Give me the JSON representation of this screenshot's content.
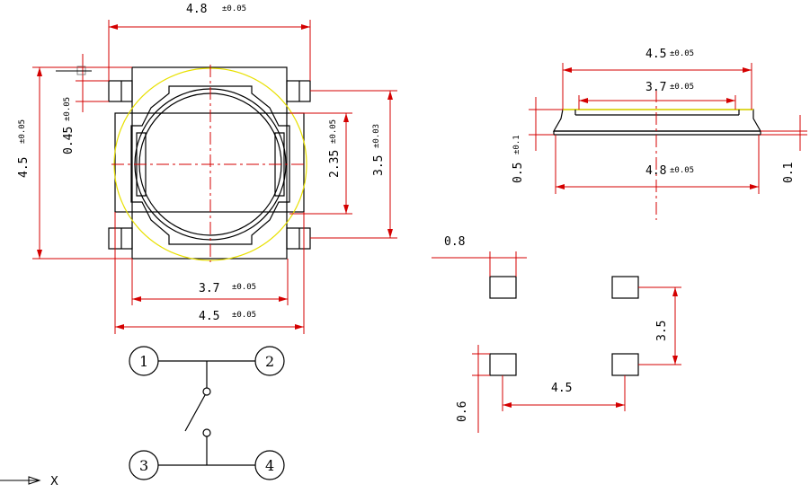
{
  "top_view": {
    "dim_top_value": "4.8",
    "dim_top_tol": "±0.05",
    "dim_left_value": "4.5",
    "dim_left_tol": "±0.05",
    "dim_lead_value": "0.45",
    "dim_lead_tol": "±0.05",
    "dim_inner_value": "2.35",
    "dim_inner_tol": "±0.05",
    "dim_right_value": "3.5",
    "dim_right_tol": "±0.03",
    "dim_bottom1_value": "3.7",
    "dim_bottom1_tol": "±0.05",
    "dim_bottom2_value": "4.5",
    "dim_bottom2_tol": "±0.05"
  },
  "side_view": {
    "dim_top_value": "4.5",
    "dim_top_tol": "±0.05",
    "dim_inner_value": "3.7",
    "dim_inner_tol": "±0.05",
    "dim_bottom_value": "4.8",
    "dim_bottom_tol": "±0.05",
    "dim_height_value": "0.5",
    "dim_height_tol": "±0.1",
    "dim_lead_value": "0.1"
  },
  "footprint": {
    "pad_width": "0.8",
    "pad_height": "0.6",
    "pitch_x": "4.5",
    "pitch_y": "3.5"
  },
  "schematic": {
    "pins": [
      "1",
      "2",
      "3",
      "4"
    ]
  },
  "axis_label": "X"
}
